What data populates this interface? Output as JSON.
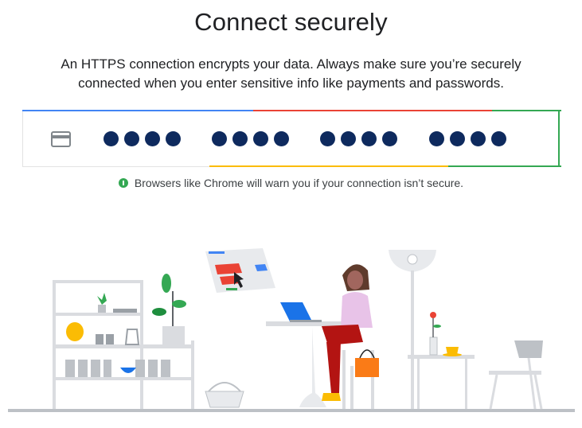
{
  "header": {
    "title": "Connect securely",
    "subtitle": "An HTTPS connection encrypts your data. Always make sure you’re securely connected when you enter sensitive info like payments and passwords."
  },
  "card_field": {
    "icon": "credit-card-icon",
    "masked_groups": 4,
    "dots_per_group": 4,
    "border_colors": {
      "blue": "#4285f4",
      "red": "#ea4335",
      "yellow": "#fbbc04",
      "green": "#34a853"
    },
    "dot_color": "#0e2a5e"
  },
  "note": {
    "icon": "info-circle-icon",
    "text": "Browsers like Chrome will warn you if your connection isn’t secure."
  },
  "illustration": {
    "description_icon": "office-scene-illustration"
  }
}
